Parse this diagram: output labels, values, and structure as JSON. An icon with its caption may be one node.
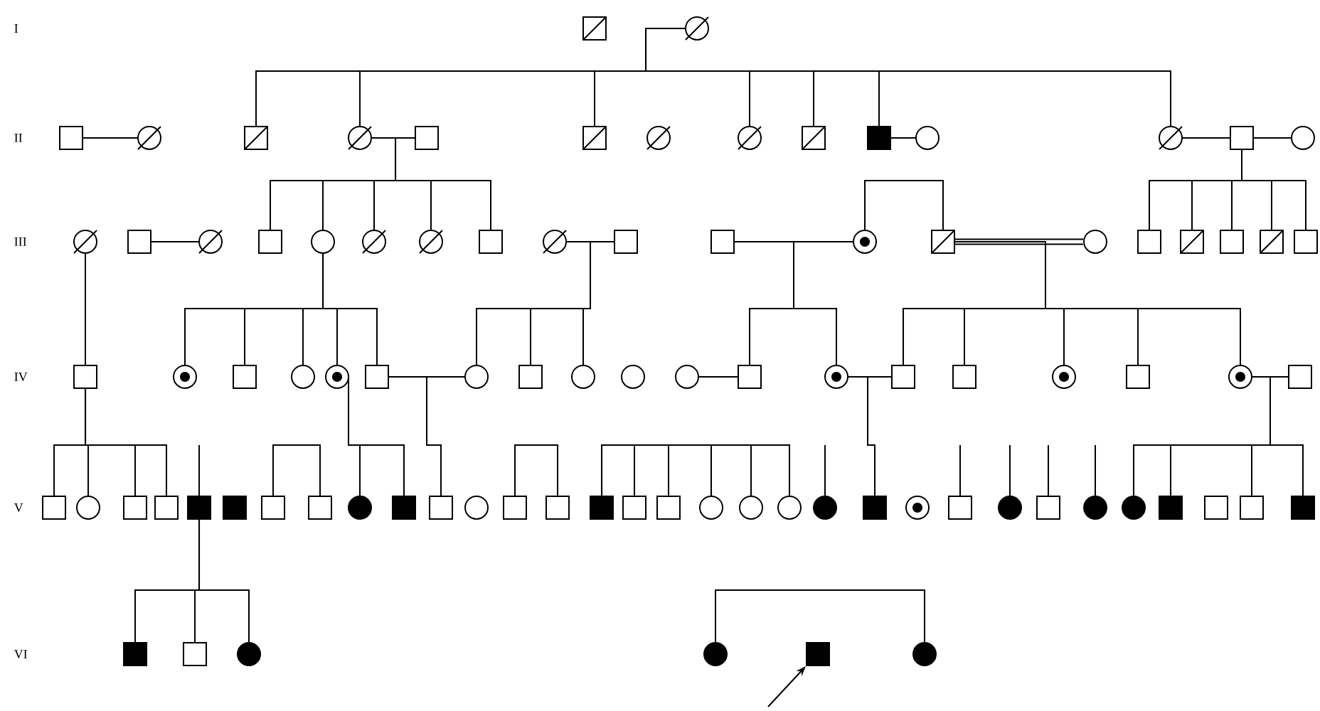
{
  "diagram": {
    "nodes": [
      {
        "text": [],
        "shape": "box"
      },
      {
        "text": [],
        "shape": "circle"
      },
      {
        "text": [],
        "shape": "box"
      },
      {
        "text": [],
        "shape": "circle"
      },
      {
        "text": [],
        "shape": "box"
      },
      {
        "text": [],
        "shape": "circle"
      },
      {
        "text": [],
        "shape": "box"
      },
      {
        "text": [],
        "shape": "box"
      },
      {
        "text": [],
        "shape": "circle"
      },
      {
        "text": [],
        "shape": "circle"
      },
      {
        "text": [],
        "shape": "box"
      },
      {
        "text": [],
        "shape": "box"
      },
      {
        "text": [],
        "shape": "circle"
      },
      {
        "text": [],
        "shape": "circle"
      },
      {
        "text": [],
        "shape": "box"
      },
      {
        "text": [],
        "shape": "circle"
      },
      {
        "text": [],
        "shape": "circle"
      },
      {
        "text": [],
        "shape": "box"
      },
      {
        "text": [],
        "shape": "circle"
      },
      {
        "text": [],
        "shape": "box"
      },
      {
        "text": [],
        "shape": "circle"
      },
      {
        "text": [],
        "shape": "circle"
      },
      {
        "text": [],
        "shape": "circle"
      },
      {
        "text": [],
        "shape": "box"
      },
      {
        "text": [],
        "shape": "circle"
      },
      {
        "text": [],
        "shape": "box"
      },
      {
        "text": [],
        "shape": "box"
      },
      {
        "text": [],
        "shape": "circle"
      },
      {
        "text": [],
        "shape": "box"
      },
      {
        "text": [],
        "shape": "circle"
      },
      {
        "text": [],
        "shape": "box"
      },
      {
        "text": [],
        "shape": "box"
      },
      {
        "text": [],
        "shape": "box"
      },
      {
        "text": [],
        "shape": "box"
      },
      {
        "text": [],
        "shape": "box"
      },
      {
        "text": [],
        "shape": "box"
      },
      {
        "text": [],
        "shape": "circle"
      },
      {
        "text": [],
        "shape": "box"
      },
      {
        "text": [],
        "shape": "circle"
      },
      {
        "text": [],
        "shape": "circle"
      },
      {
        "text": [],
        "shape": "box"
      },
      {
        "text": [],
        "shape": "circle"
      },
      {
        "text": [],
        "shape": "box"
      },
      {
        "text": [],
        "shape": "circle"
      },
      {
        "text": [],
        "shape": "circle"
      },
      {
        "text": [],
        "shape": "circle"
      },
      {
        "text": [],
        "shape": "box"
      },
      {
        "text": [],
        "shape": "circle"
      },
      {
        "text": [],
        "shape": "box"
      },
      {
        "text": [],
        "shape": "box"
      },
      {
        "text": [],
        "shape": "circle"
      },
      {
        "text": [],
        "shape": "box"
      },
      {
        "text": [],
        "shape": "circle"
      },
      {
        "text": [],
        "shape": "box"
      },
      {
        "text": [],
        "shape": "box"
      },
      {
        "text": [],
        "shape": "circle"
      },
      {
        "text": [],
        "shape": "box"
      },
      {
        "text": [],
        "shape": "box"
      },
      {
        "text": [],
        "shape": "box"
      },
      {
        "text": [],
        "shape": "box"
      },
      {
        "text": [],
        "shape": "box"
      },
      {
        "text": [],
        "shape": "box"
      },
      {
        "text": [],
        "shape": "circle"
      },
      {
        "text": [],
        "shape": "box"
      },
      {
        "text": [],
        "shape": "box"
      },
      {
        "text": [],
        "shape": "circle"
      },
      {
        "text": [],
        "shape": "box"
      },
      {
        "text": [],
        "shape": "box"
      },
      {
        "text": [],
        "shape": "box"
      },
      {
        "text": [],
        "shape": "box"
      },
      {
        "text": [],
        "shape": "box"
      },
      {
        "text": [],
        "shape": "circle"
      },
      {
        "text": [],
        "shape": "circle"
      },
      {
        "text": [],
        "shape": "circle"
      },
      {
        "text": [],
        "shape": "circle"
      },
      {
        "text": [],
        "shape": "box"
      },
      {
        "text": [],
        "shape": "circle"
      },
      {
        "text": [],
        "shape": "box"
      },
      {
        "text": [],
        "shape": "circle"
      },
      {
        "text": [],
        "shape": "box"
      },
      {
        "text": [],
        "shape": "circle"
      },
      {
        "text": [],
        "shape": "circle"
      },
      {
        "text": [],
        "shape": "box"
      },
      {
        "text": [],
        "shape": "box"
      },
      {
        "text": [],
        "shape": "box"
      },
      {
        "text": [],
        "shape": "box"
      },
      {
        "text": [],
        "shape": "box"
      },
      {
        "text": [],
        "shape": "box"
      },
      {
        "text": [],
        "shape": "circle"
      },
      {
        "text": [],
        "shape": "circle"
      },
      {
        "text": [],
        "shape": "box"
      },
      {
        "text": [],
        "shape": "circle"
      }
    ],
    "edges": [
      {
        "from": 2,
        "to": 3,
        "arrow": "none"
      },
      {
        "from": 5,
        "to": 6,
        "arrow": "none"
      },
      {
        "from": 11,
        "to": 12,
        "arrow": "none"
      },
      {
        "from": 13,
        "to": 14,
        "arrow": "none"
      },
      {
        "from": 14,
        "to": 15,
        "arrow": "none"
      },
      {
        "from": 17,
        "to": 18,
        "arrow": "none"
      },
      {
        "from": 24,
        "to": 25,
        "arrow": "none"
      },
      {
        "from": 26,
        "to": 27,
        "arrow": "none"
      },
      {
        "from": 28,
        "to": 29,
        "arrow": "none"
      },
      {
        "from": 40,
        "to": 41,
        "arrow": "none"
      },
      {
        "from": 45,
        "to": 46,
        "arrow": "none"
      },
      {
        "from": 47,
        "to": 48,
        "arrow": "none"
      },
      {
        "from": 52,
        "to": 53,
        "arrow": "none"
      },
      {
        "from": 1,
        "to": 4,
        "arrow": "none"
      },
      {
        "from": 1,
        "to": 5,
        "arrow": "none"
      },
      {
        "from": 1,
        "to": 7,
        "arrow": "none"
      },
      {
        "from": 1,
        "to": 9,
        "arrow": "none"
      },
      {
        "from": 1,
        "to": 10,
        "arrow": "none"
      },
      {
        "from": 1,
        "to": 11,
        "arrow": "none"
      },
      {
        "from": 1,
        "to": 13,
        "arrow": "none"
      },
      {
        "from": 5,
        "to": 19,
        "arrow": "none"
      },
      {
        "from": 5,
        "to": 20,
        "arrow": "none"
      },
      {
        "from": 5,
        "to": 21,
        "arrow": "none"
      },
      {
        "from": 5,
        "to": 22,
        "arrow": "none"
      },
      {
        "from": 5,
        "to": 23,
        "arrow": "none"
      },
      {
        "from": 14,
        "to": 30,
        "arrow": "none"
      },
      {
        "from": 14,
        "to": 31,
        "arrow": "none"
      },
      {
        "from": 14,
        "to": 32,
        "arrow": "none"
      },
      {
        "from": 14,
        "to": 33,
        "arrow": "none"
      },
      {
        "from": 14,
        "to": 34,
        "arrow": "none"
      },
      {
        "from": 16,
        "to": 35,
        "arrow": "none"
      },
      {
        "from": 20,
        "to": 36,
        "arrow": "none"
      },
      {
        "from": 20,
        "to": 37,
        "arrow": "none"
      },
      {
        "from": 20,
        "to": 38,
        "arrow": "none"
      },
      {
        "from": 20,
        "to": 39,
        "arrow": "none"
      },
      {
        "from": 20,
        "to": 40,
        "arrow": "none"
      },
      {
        "from": 24,
        "to": 41,
        "arrow": "none"
      },
      {
        "from": 24,
        "to": 42,
        "arrow": "none"
      },
      {
        "from": 24,
        "to": 43,
        "arrow": "none"
      },
      {
        "from": 27,
        "to": 46,
        "arrow": "none"
      },
      {
        "from": 27,
        "to": 47,
        "arrow": "none"
      },
      {
        "from": 28,
        "to": 48,
        "arrow": "none"
      },
      {
        "from": 28,
        "to": 49,
        "arrow": "none"
      },
      {
        "from": 28,
        "to": 50,
        "arrow": "none"
      },
      {
        "from": 28,
        "to": 51,
        "arrow": "none"
      },
      {
        "from": 28,
        "to": 52,
        "arrow": "none"
      },
      {
        "from": 35,
        "to": 54,
        "arrow": "none"
      },
      {
        "from": 35,
        "to": 55,
        "arrow": "none"
      },
      {
        "from": 35,
        "to": 56,
        "arrow": "none"
      },
      {
        "from": 35,
        "to": 57,
        "arrow": "none"
      },
      {
        "from": 39,
        "to": 62,
        "arrow": "none"
      },
      {
        "from": 39,
        "to": 63,
        "arrow": "none"
      },
      {
        "from": 40,
        "to": 64,
        "arrow": "none"
      },
      {
        "from": 47,
        "to": 75,
        "arrow": "none"
      },
      {
        "from": 52,
        "to": 81,
        "arrow": "none"
      },
      {
        "from": 52,
        "to": 82,
        "arrow": "none"
      },
      {
        "from": 52,
        "to": 84,
        "arrow": "none"
      },
      {
        "from": 52,
        "to": 85,
        "arrow": "none"
      },
      {
        "from": 58,
        "to": 86,
        "arrow": "none"
      },
      {
        "from": 58,
        "to": 87,
        "arrow": "none"
      },
      {
        "from": 58,
        "to": 88,
        "arrow": "none"
      },
      {
        "from": 27,
        "to": 28,
        "arrow": "none"
      },
      {
        "from": 60,
        "to": 61,
        "arrow": "none"
      },
      {
        "from": 66,
        "to": 67,
        "arrow": "none"
      },
      {
        "from": 68,
        "to": 69,
        "arrow": "none"
      },
      {
        "from": 68,
        "to": 70,
        "arrow": "none"
      },
      {
        "from": 68,
        "to": 71,
        "arrow": "none"
      },
      {
        "from": 68,
        "to": 72,
        "arrow": "none"
      },
      {
        "from": 68,
        "to": 73,
        "arrow": "none"
      },
      {
        "from": 89,
        "to": 91,
        "arrow": "none"
      },
      {
        "from": null,
        "to": 58,
        "arrow": "none"
      },
      {
        "from": null,
        "to": 74,
        "arrow": "none"
      },
      {
        "from": null,
        "to": 77,
        "arrow": "none"
      },
      {
        "from": null,
        "to": 78,
        "arrow": "none"
      },
      {
        "from": null,
        "to": 79,
        "arrow": "none"
      },
      {
        "from": null,
        "to": 80,
        "arrow": "none"
      },
      {
        "from": null,
        "to": 90,
        "arrow": "to"
      }
    ],
    "labels": [
      "I",
      "II",
      "III",
      "IV",
      "V",
      "VI"
    ]
  }
}
